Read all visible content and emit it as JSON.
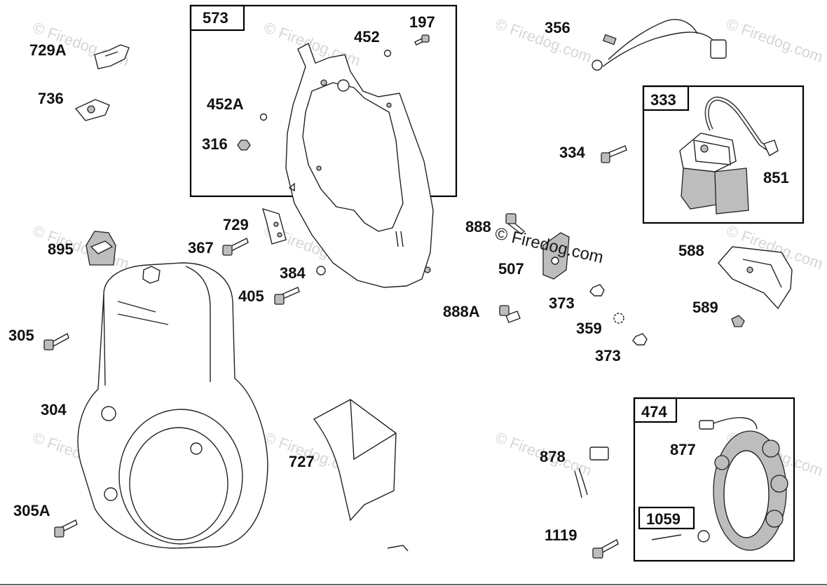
{
  "watermark": "© Firedog.com",
  "labels": {
    "l573": "573",
    "l197": "197",
    "l452": "452",
    "l452a": "452A",
    "l316": "316",
    "l356": "356",
    "l729a": "729A",
    "l736": "736",
    "l333": "333",
    "l334": "334",
    "l851": "851",
    "l729": "729",
    "l367": "367",
    "l895": "895",
    "l888": "888",
    "l507": "507",
    "l588": "588",
    "l384": "384",
    "l405": "405",
    "l888a": "888A",
    "l373a": "373",
    "l359": "359",
    "l373b": "373",
    "l589": "589",
    "l305": "305",
    "l304": "304",
    "l727": "727",
    "l474": "474",
    "l877": "877",
    "l878": "878",
    "l1059": "1059",
    "l305a": "305A",
    "l1119": "1119"
  }
}
